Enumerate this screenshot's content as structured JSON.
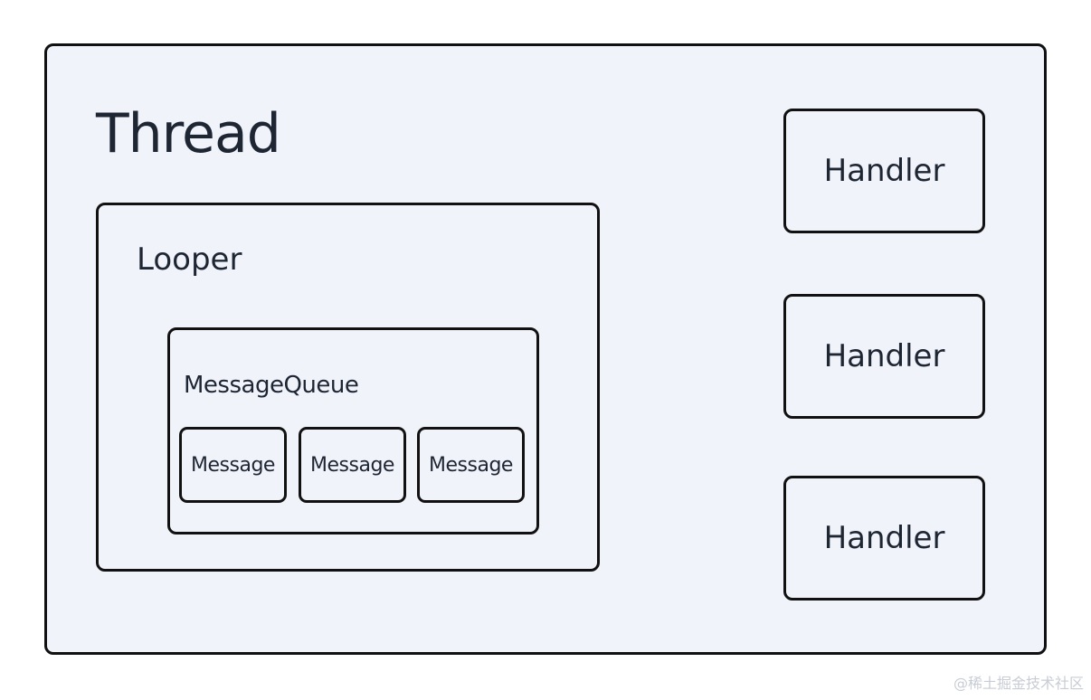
{
  "thread": {
    "label": "Thread"
  },
  "looper": {
    "label": "Looper"
  },
  "message_queue": {
    "label": "MessageQueue",
    "messages": [
      "Message",
      "Message",
      "Message"
    ]
  },
  "handlers": [
    "Handler",
    "Handler",
    "Handler"
  ],
  "watermark": "@稀土掘金技术社区",
  "colors": {
    "box_fill": "#f0f3fa",
    "border": "#111111",
    "text": "#1f2633"
  }
}
